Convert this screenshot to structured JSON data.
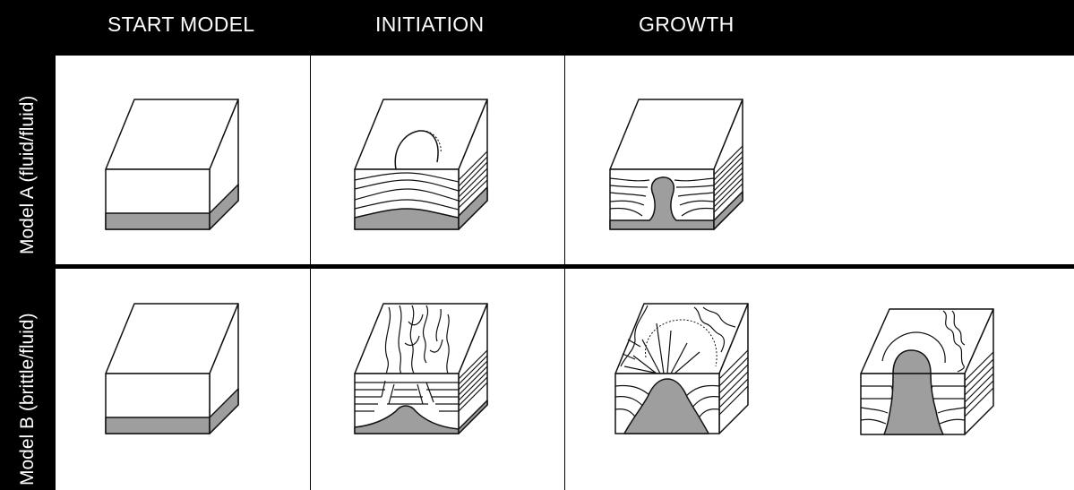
{
  "columns": [
    "START MODEL",
    "INITIATION",
    "GROWTH"
  ],
  "rows": [
    "Model A (fluid/fluid)",
    "Model B (brittle/fluid)"
  ],
  "colors": {
    "salt": "#9e9e9e",
    "ink": "#111111",
    "header": "#000000",
    "background": "#ffffff"
  },
  "panels": [
    {
      "row": "A",
      "stage": "start",
      "sketch": "undeformed-layered-block"
    },
    {
      "row": "A",
      "stage": "initiation",
      "sketch": "salt-pillow-with-folded-layers"
    },
    {
      "row": "A",
      "stage": "growth",
      "sketch": "mushroom-diapir-in-fluid-overburden"
    },
    {
      "row": "B",
      "stage": "start",
      "sketch": "undeformed-layered-block"
    },
    {
      "row": "B",
      "stage": "initiation",
      "sketch": "faulted-graben-above-salt-ridge"
    },
    {
      "row": "B",
      "stage": "growth",
      "sketch": "diapir-with-radial-faults"
    },
    {
      "row": "B",
      "stage": "growth",
      "sketch": "diapir-piercing-to-surface"
    }
  ]
}
